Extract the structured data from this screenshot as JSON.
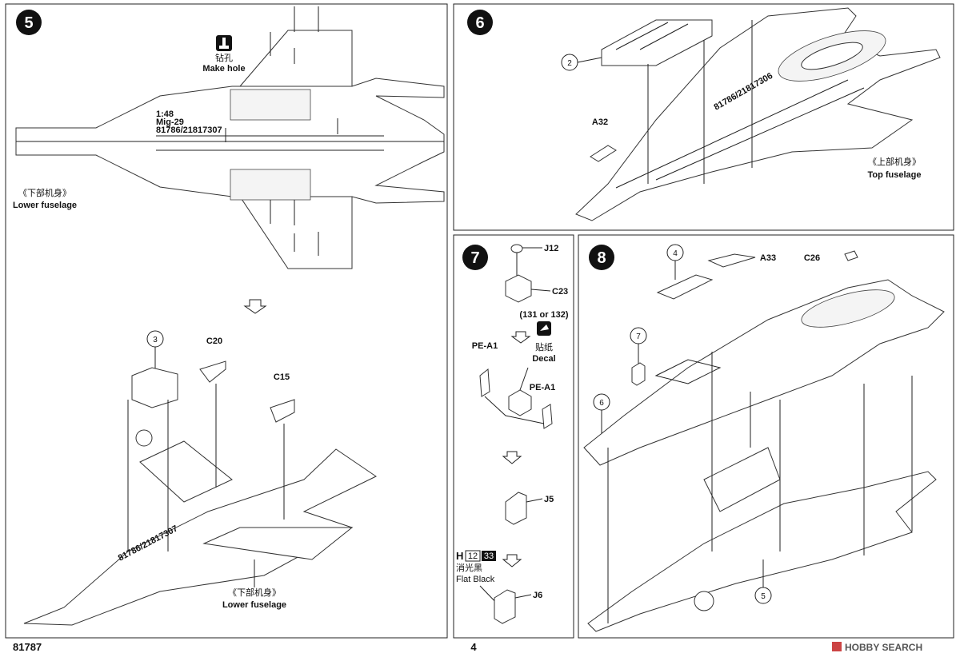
{
  "steps": {
    "s5": {
      "number": "5"
    },
    "s6": {
      "number": "6"
    },
    "s7": {
      "number": "7"
    },
    "s8": {
      "number": "8"
    }
  },
  "step5": {
    "make_hole_cn": "钻孔",
    "make_hole_en": "Make hole",
    "model_text_1": "1:48",
    "model_text_2": "Mig-29",
    "model_text_3": "81786/21817307",
    "lower_fuselage_cn_top": "《下部机身》",
    "lower_fuselage_en_top": "Lower fuselage",
    "callout_3": "3",
    "part_c20": "C20",
    "part_c15": "C15",
    "model_text_b": "81786/21817307",
    "lower_fuselage_cn_bottom": "《下部机身》",
    "lower_fuselage_en_bottom": "Lower fuselage"
  },
  "step6": {
    "callout_2": "2",
    "part_a32": "A32",
    "model_text": "81786/21817306",
    "top_fuselage_cn": "《上部机身》",
    "top_fuselage_en": "Top fuselage"
  },
  "step7": {
    "part_j12": "J12",
    "part_c23": "C23",
    "decal_numbers": "(131 or 132)",
    "decal_cn": "贴纸",
    "decal_en": "Decal",
    "part_pe_a1_left": "PE-A1",
    "part_pe_a1_right": "PE-A1",
    "part_j5": "J5",
    "paint_letter": "H",
    "paint_code_1": "12",
    "paint_code_2": "33",
    "paint_cn": "消光黑",
    "paint_en": "Flat Black",
    "part_j6": "J6"
  },
  "step8": {
    "callout_4": "4",
    "part_a33": "A33",
    "part_c26": "C26",
    "callout_7": "7",
    "callout_6": "6",
    "callout_5": "5"
  },
  "footer": {
    "kit_number": "81787",
    "page_number": "4",
    "watermark": "HOBBY SEARCH"
  }
}
